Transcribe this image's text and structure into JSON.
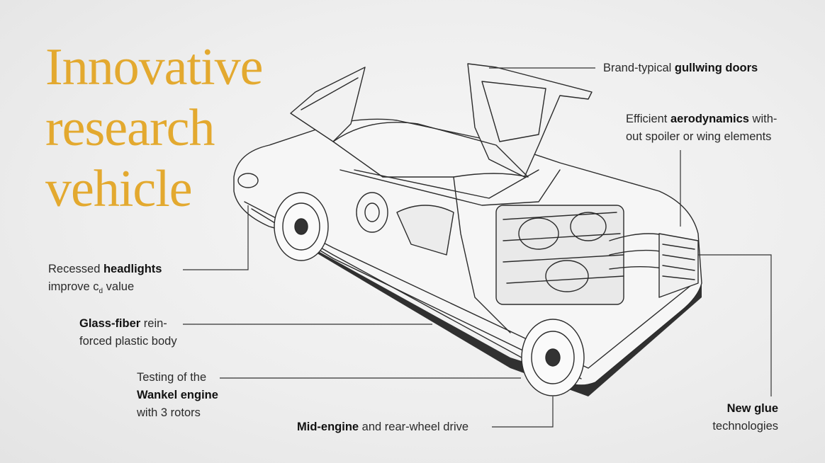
{
  "title": {
    "line1": "Innovative",
    "line2": "research",
    "line3": "vehicle"
  },
  "colors": {
    "title": "#e3a92f",
    "leader_line": "#333333",
    "background": "#efefef"
  },
  "callouts": {
    "gullwing": {
      "prefix": "Brand-typical ",
      "bold": "gullwing doors"
    },
    "aero": {
      "prefix": "Efficient ",
      "bold": "aerodynamics",
      "suffix": " with-",
      "line2": "out spoiler or wing elements"
    },
    "headlights": {
      "prefix": "Recessed ",
      "bold": "headlights",
      "line2_prefix": "improve c",
      "line2_sub": "d",
      "line2_suffix": " value"
    },
    "glassfiber": {
      "bold": "Glass-fiber",
      "suffix": " rein-",
      "line2": "forced plastic body"
    },
    "wankel": {
      "line1": "Testing of the",
      "bold": "Wankel engine",
      "line3": "with 3 rotors"
    },
    "midengine": {
      "bold": "Mid-engine",
      "suffix": " and rear-wheel drive"
    },
    "glue": {
      "bold": "New glue",
      "line2": "technologies"
    }
  },
  "illustration": {
    "subject": "cutaway-car-drawing"
  }
}
